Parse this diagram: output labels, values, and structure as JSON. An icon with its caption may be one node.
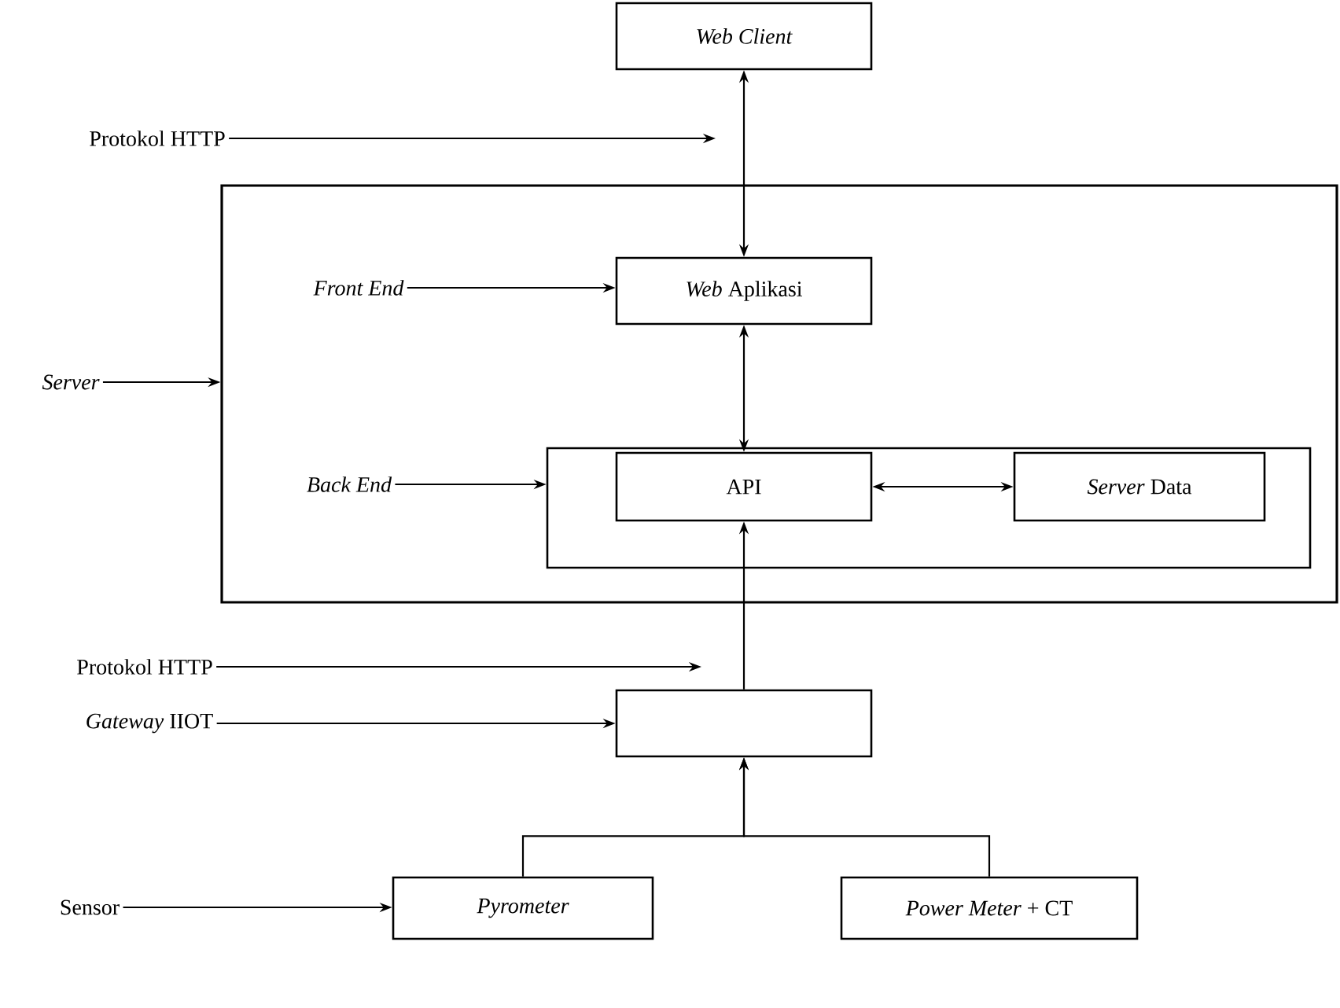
{
  "diagram": {
    "nodes": [
      {
        "text": [
          "Web Client"
        ]
      },
      {
        "text": [
          "Protokol HTTP"
        ]
      },
      {
        "text": [],
        "shape": "box"
      },
      {
        "text": [
          "Server"
        ]
      },
      {
        "text": [
          "Front End"
        ],
        "in": 2
      },
      {
        "text": [
          "*Web* Aplikasi"
        ],
        "in": 2
      },
      {
        "text": [],
        "shape": "box",
        "in": 2
      },
      {
        "text": [
          "Back End"
        ],
        "in": 2
      },
      {
        "text": [
          "API"
        ],
        "in": 6
      },
      {
        "text": [
          "*Server* Data"
        ],
        "in": 6
      },
      {
        "text": [
          "Protokol HTTP"
        ]
      },
      {
        "text": [
          "*Gateway* IIOT"
        ]
      },
      {
        "text": [],
        "shape": "box"
      },
      {
        "text": [
          "Sensor"
        ]
      },
      {
        "text": [
          "Pyrometer"
        ]
      },
      {
        "text": [
          "*Power Meter* + CT"
        ]
      }
    ],
    "edges": [
      {
        "from": 0,
        "to": 5,
        "arrow": "both"
      },
      {
        "from": 1,
        "to": null,
        "arrow": "to"
      },
      {
        "from": 3,
        "to": 2,
        "arrow": "to"
      },
      {
        "from": 4,
        "to": 5,
        "arrow": "to"
      },
      {
        "from": 5,
        "to": 8,
        "arrow": "both"
      },
      {
        "from": 7,
        "to": 6,
        "arrow": "to"
      },
      {
        "from": 8,
        "to": 9,
        "arrow": "both"
      },
      {
        "from": 12,
        "to": 8,
        "arrow": "to"
      },
      {
        "from": 10,
        "to": null,
        "arrow": "to"
      },
      {
        "from": 11,
        "to": 12,
        "arrow": "to"
      },
      {
        "from": 14,
        "to": 12,
        "arrow": "to"
      },
      {
        "from": 15,
        "to": 12,
        "arrow": "to"
      },
      {
        "from": 13,
        "to": 14,
        "arrow": "to"
      }
    ]
  }
}
